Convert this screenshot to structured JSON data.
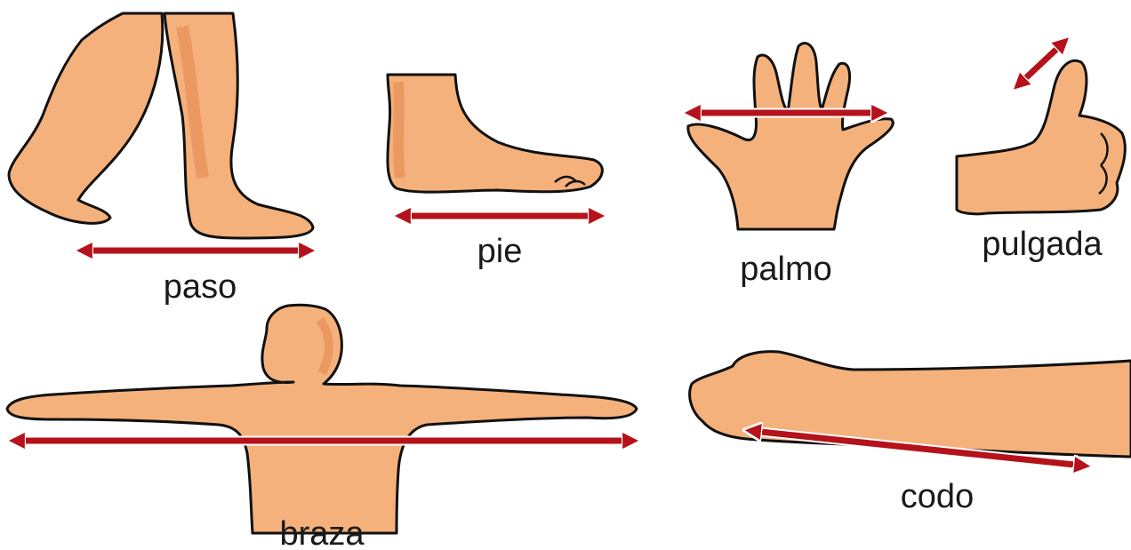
{
  "colors": {
    "skin": "#F5B17B",
    "skin_shadow": "#E8945A",
    "outline": "#111111",
    "arrow": "#B5121B",
    "arrow_border": "#ffffff"
  },
  "units": {
    "paso": {
      "label": "paso"
    },
    "pie": {
      "label": "pie"
    },
    "palmo": {
      "label": "palmo"
    },
    "pulgada": {
      "label": "pulgada"
    },
    "braza": {
      "label": "braza"
    },
    "codo": {
      "label": "codo"
    }
  }
}
